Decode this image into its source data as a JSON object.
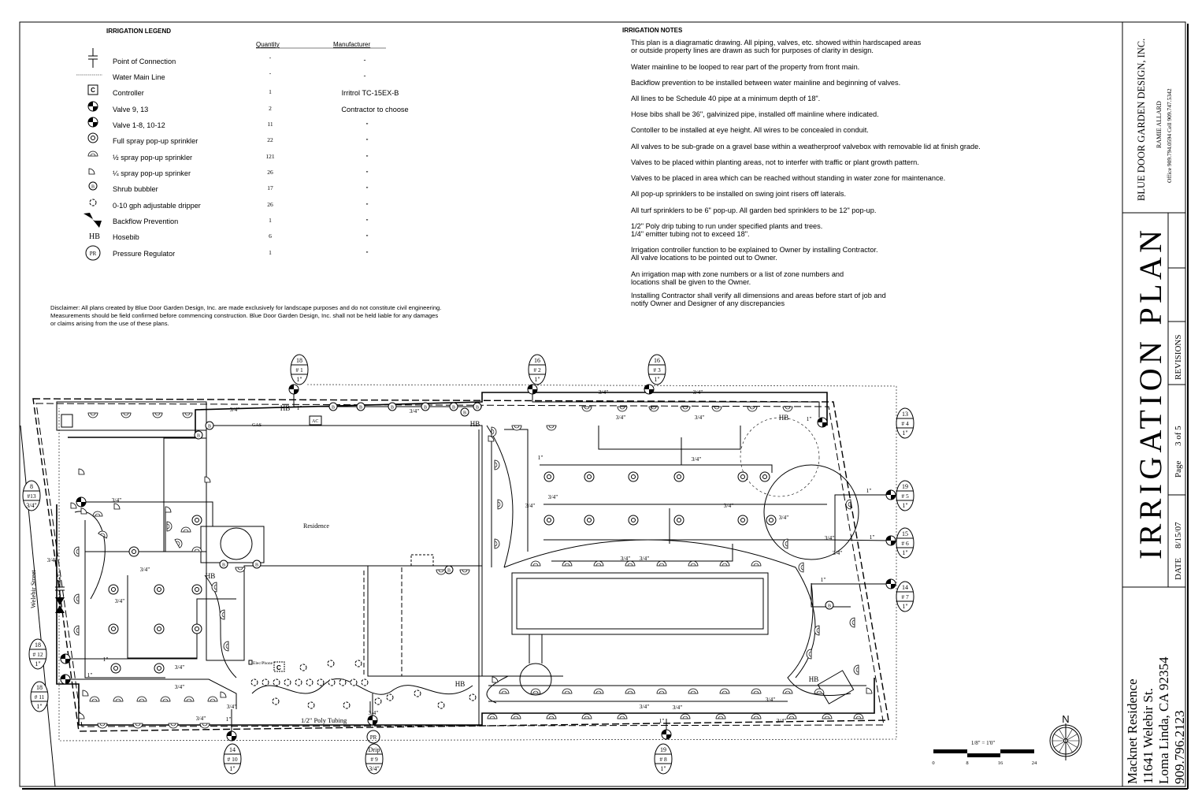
{
  "legend": {
    "title": "IRRIGATION LEGEND",
    "headers": {
      "quantity": "Quantity",
      "manufacturer": "Manufacturer"
    },
    "items": [
      {
        "icon": "point-of-connection-icon",
        "label": "Point of Connection",
        "quantity": "-",
        "manufacturer": "-"
      },
      {
        "icon": "water-main-line-icon",
        "label": "Water Main Line",
        "quantity": "-",
        "manufacturer": "-"
      },
      {
        "icon": "controller-icon",
        "label": "Controller",
        "quantity": "1",
        "manufacturer": "Irritrol TC-15EX-B"
      },
      {
        "icon": "valve-icon",
        "label": "Valve 9, 13",
        "quantity": "2",
        "manufacturer": "Contractor to choose"
      },
      {
        "icon": "valve-icon",
        "label": "Valve 1-8, 10-12",
        "quantity": "11",
        "manufacturer": "\""
      },
      {
        "icon": "full-spray-icon",
        "label": "Full spray pop-up sprinkler",
        "quantity": "22",
        "manufacturer": "\""
      },
      {
        "icon": "half-spray-icon",
        "label": "½ spray  pop-up sprinkler",
        "quantity": "121",
        "manufacturer": "\""
      },
      {
        "icon": "quarter-spray-icon",
        "label": "¼ spray pop-up sprinker",
        "quantity": "26",
        "manufacturer": "\""
      },
      {
        "icon": "shrub-bubbler-icon",
        "label": "Shrub bubbler",
        "quantity": "17",
        "manufacturer": "\""
      },
      {
        "icon": "dripper-icon",
        "label": "0-10 gph adjustable dripper",
        "quantity": "26",
        "manufacturer": "\""
      },
      {
        "icon": "backflow-prevention-icon",
        "label": "Backflow Prevention",
        "quantity": "1",
        "manufacturer": "\""
      },
      {
        "icon": "hosebib-icon",
        "label": "Hosebib",
        "quantity": "6",
        "manufacturer": "\""
      },
      {
        "icon": "pressure-regulator-icon",
        "label": "Pressure Regulator",
        "quantity": "1",
        "manufacturer": "\""
      }
    ],
    "symbols": {
      "controller": "C",
      "bubbler": "B",
      "hosebib": "HB",
      "pressure_regulator": "PR"
    }
  },
  "notes": {
    "title": "IRRIGATION NOTES",
    "items": [
      [
        "This plan is a diagramatic drawing.  All piping, valves, etc. showed within hardscaped areas",
        "or outside property lines are drawn as such for purposes of clarity in design."
      ],
      [
        "Water mainline to be looped to rear part of the property from front main."
      ],
      [
        "Backflow prevention to be installed between water mainline and beginning of valves."
      ],
      [
        "All lines to be Schedule 40 pipe at a minimum depth of 18\"."
      ],
      [
        "Hose bibs shall be 36\", galvinized pipe, installed off mainline where indicated."
      ],
      [
        "Contoller to be installed at eye height.  All wires to be concealed in conduit."
      ],
      [
        "All valves to be sub-grade on a gravel base within a weatherproof valvebox with removable lid at finish grade."
      ],
      [
        "Valves to be placed within planting areas, not to interfer with traffic or plant growth pattern."
      ],
      [
        "Valves to be placed in area which can be reached without standing in water zone for maintenance."
      ],
      [
        "All pop-up sprinklers to be installed on swing joint risers off laterals."
      ],
      [
        "All turf sprinklers to be 6\" pop-up.  All garden bed sprinklers to be 12\" pop-up."
      ],
      [
        "1/2\" Poly drip tubing to run under specified plants and trees.",
        "1/4\" emitter tubing not to exceed 18\"."
      ],
      [
        "Irrigation controller function to be explained to Owner by installing Contractor.",
        "All valve locations to be pointed out to Owner."
      ],
      [
        "An irrigation map with zone numbers or a list of zone numbers and",
        "locations shall be given to the Owner."
      ],
      [
        "Installing Contractor shall verify all dimensions and areas before start of job and",
        "notify Owner and Designer of any discrepancies"
      ]
    ]
  },
  "disclaimer": [
    "Disclaimer: All plans created by Blue Door Garden Design, Inc. are made exclusively for landscape purposes and do not constitute civil engineering.",
    "Measurements should be field confirmed before commencing construction.  Blue Door Garden Design, Inc. shall not be held liable for any damages",
    "or claims arising from the use of these plans."
  ],
  "plan": {
    "residence_label": "Residence",
    "street_label": "Welebir Street",
    "poly_tubing_label": "1/2\" Poly Tubing",
    "gas_label": "GAS",
    "ac_label": "AC",
    "elec_phone_label": "Elec/Phone",
    "controller_label": "C",
    "hosebib_label": "HB",
    "pr_label": "PR",
    "pipe_labels": [
      "3/4\"",
      "3/4\"",
      "3/4\"",
      "3/4\"",
      "3/4\"",
      "3/4\"",
      "3/4\"",
      "3/4\"",
      "3/4\"",
      "3/4\"",
      "3/4\"",
      "3/4\"",
      "3/4\"",
      "3/4\"",
      "3/4\"",
      "3/4\"",
      "3/4\"",
      "3/4\"",
      "3/4\"",
      "3/4\"",
      "3/4\"",
      "3/4\"",
      "3/4\"",
      "3/4\"",
      "3/4\"",
      "3/4\"",
      "3/4\"",
      "3/4\"",
      "1\"",
      "1\"",
      "1\"",
      "1\"",
      "1\"",
      "1\"",
      "1\"",
      "1\"",
      "1\"",
      "1\"",
      "1\""
    ],
    "valve_callouts": [
      {
        "gpm": "18",
        "zone": "# 1",
        "size": "1\""
      },
      {
        "gpm": "16",
        "zone": "# 2",
        "size": "1\""
      },
      {
        "gpm": "16",
        "zone": "# 3",
        "size": "1\""
      },
      {
        "gpm": "13",
        "zone": "# 4",
        "size": "1\""
      },
      {
        "gpm": "19",
        "zone": "# 5",
        "size": "1\""
      },
      {
        "gpm": "15",
        "zone": "# 6",
        "size": "1\""
      },
      {
        "gpm": "14",
        "zone": "# 7",
        "size": "1\""
      },
      {
        "gpm": "19",
        "zone": "# 8",
        "size": "1\""
      },
      {
        "gpm": "Drip",
        "zone": "# 9",
        "size": "3/4\""
      },
      {
        "gpm": "14",
        "zone": "# 10",
        "size": "1\""
      },
      {
        "gpm": "18",
        "zone": "# 11",
        "size": "1\""
      },
      {
        "gpm": "18",
        "zone": "# 12",
        "size": "1\""
      },
      {
        "gpm": "8",
        "zone": "#13",
        "size": "3/4\""
      }
    ]
  },
  "scale": {
    "label": "1/8\" = 1'0\"",
    "ticks": [
      "0",
      "8",
      "16",
      "24"
    ],
    "north": "N"
  },
  "title_block": {
    "company": "BLUE DOOR GARDEN DESIGN, INC.",
    "designer": "RAMIE ALLARD",
    "phones": "Office 909.794.0594    Cell 909.747.5342",
    "title": "IRRIGATION PLAN",
    "revisions": "REVISIONS",
    "page_label": "Page",
    "page": "3 of 5",
    "date_label": "DATE",
    "date": "8/15/07",
    "client": "Macknet Residence",
    "address": "11641 Welebir St.",
    "city": "Loma Linda, CA  92354",
    "phone": "909.796.2123"
  }
}
